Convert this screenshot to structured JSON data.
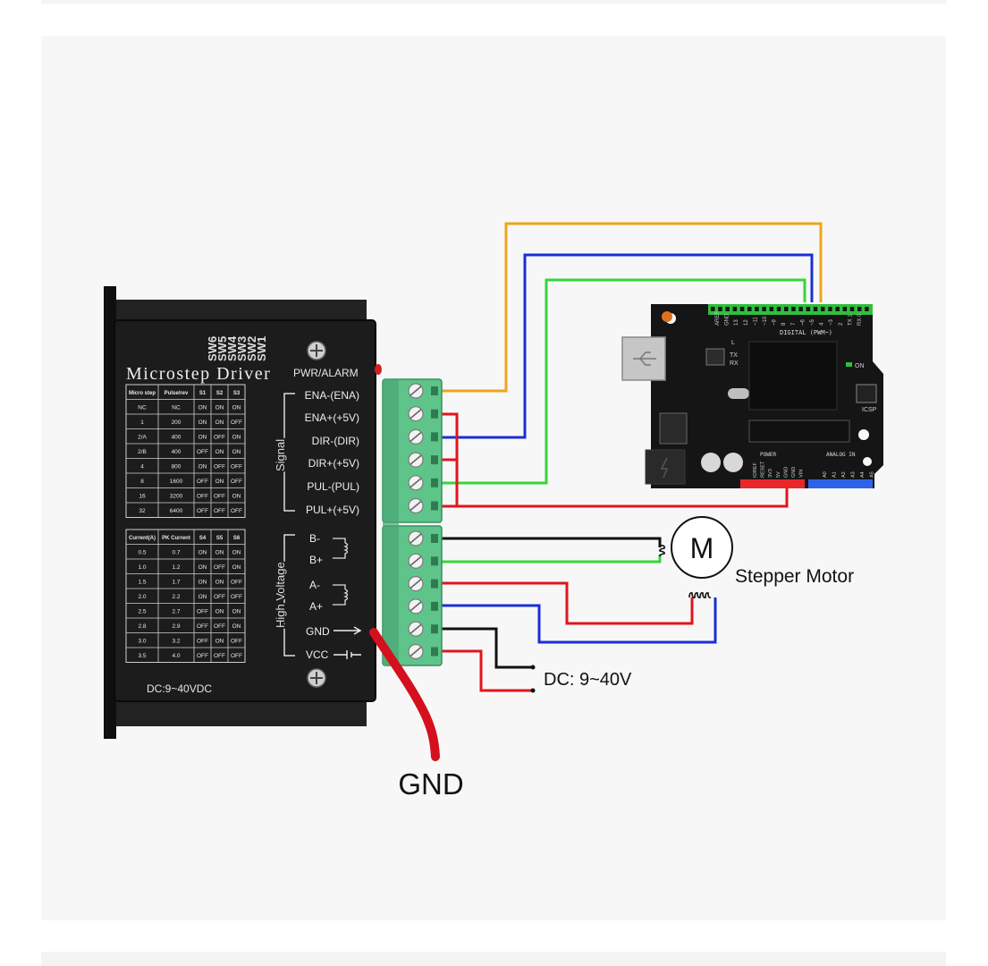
{
  "driver": {
    "title": "Microstep Driver",
    "switch_labels": [
      "SW6",
      "SW5",
      "SW4",
      "SW3",
      "SW2",
      "SW1"
    ],
    "pwr_alarm": "PWR/ALARM",
    "signal_label": "Signal",
    "high_voltage_label": "High Voltage",
    "dc_rating": "DC:9~40VDC",
    "microstep_table": {
      "headers": [
        "Micro step",
        "Pulse/rev",
        "S1",
        "S2",
        "S3"
      ],
      "rows": [
        [
          "NC",
          "NC",
          "ON",
          "ON",
          "ON"
        ],
        [
          "1",
          "200",
          "ON",
          "ON",
          "OFF"
        ],
        [
          "2/A",
          "400",
          "ON",
          "OFF",
          "ON"
        ],
        [
          "2/B",
          "400",
          "OFF",
          "ON",
          "ON"
        ],
        [
          "4",
          "800",
          "ON",
          "OFF",
          "OFF"
        ],
        [
          "8",
          "1600",
          "OFF",
          "ON",
          "OFF"
        ],
        [
          "16",
          "3200",
          "OFF",
          "OFF",
          "ON"
        ],
        [
          "32",
          "6400",
          "OFF",
          "OFF",
          "OFF"
        ]
      ]
    },
    "current_table": {
      "headers": [
        "Current(A)",
        "PK Current",
        "S4",
        "S5",
        "S6"
      ],
      "rows": [
        [
          "0.5",
          "0.7",
          "ON",
          "ON",
          "ON"
        ],
        [
          "1.0",
          "1.2",
          "ON",
          "OFF",
          "ON"
        ],
        [
          "1.5",
          "1.7",
          "ON",
          "ON",
          "OFF"
        ],
        [
          "2.0",
          "2.2",
          "ON",
          "OFF",
          "OFF"
        ],
        [
          "2.5",
          "2.7",
          "OFF",
          "ON",
          "ON"
        ],
        [
          "2.8",
          "2.9",
          "OFF",
          "OFF",
          "ON"
        ],
        [
          "3.0",
          "3.2",
          "OFF",
          "ON",
          "OFF"
        ],
        [
          "3.5",
          "4.0",
          "OFF",
          "OFF",
          "OFF"
        ]
      ]
    },
    "signal_terminals": [
      "ENA-(ENA)",
      "ENA+(+5V)",
      "DIR-(DIR)",
      "DIR+(+5V)",
      "PUL-(PUL)",
      "PUL+(+5V)"
    ],
    "hv_terminals": [
      "B-",
      "B+",
      "A-",
      "A+",
      "GND",
      "VCC"
    ]
  },
  "arduino": {
    "digital_label": "DIGITAL (PWM~)",
    "digital_pins": [
      "AREF",
      "GND",
      "13",
      "12",
      "~11",
      "~10",
      "~9",
      "8",
      "7",
      "~6",
      "~5",
      "4",
      "~3",
      "2",
      "TX 1",
      "RX 0"
    ],
    "leds": [
      "L",
      "TX",
      "RX"
    ],
    "on_label": "ON",
    "icsp_label": "ICSP",
    "power_label": "POWER",
    "power_pins": [
      "IOREF",
      "RESET",
      "3V3",
      "5V",
      "GND",
      "GND",
      "VIN"
    ],
    "analog_label": "ANALOG IN",
    "analog_pins": [
      "A0",
      "A1",
      "A2",
      "A3",
      "A4",
      "A5"
    ]
  },
  "motor": {
    "symbol": "M",
    "label": "Stepper Motor"
  },
  "power_supply": {
    "label": "DC: 9~40V"
  },
  "annotation": {
    "label": "GND"
  },
  "colors": {
    "wire_orange": "#f0a418",
    "wire_blue": "#1a2fd6",
    "wire_green": "#36d63a",
    "wire_red": "#e0161c",
    "wire_black": "#111111",
    "annotation_red": "#d40f1e",
    "terminal_green": "#5ec48a",
    "arduino_board": "#151515",
    "header_green": "#2fbf3d",
    "header_red": "#e8262b",
    "header_blue": "#2f63e6"
  }
}
